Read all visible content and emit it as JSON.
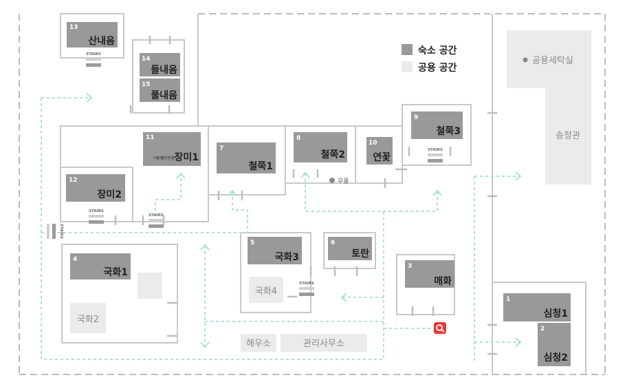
{
  "legend": {
    "private_label": "숙소 공간",
    "public_label": "공용 공간",
    "private_color": "#999999",
    "public_color": "#ebebeb"
  },
  "rooms": [
    {
      "num": "13",
      "name": "산내음"
    },
    {
      "num": "14",
      "name": "들내음"
    },
    {
      "num": "15",
      "name": "풀내음"
    },
    {
      "num": "11",
      "name": "장미1",
      "note": "*장애인전용"
    },
    {
      "num": "12",
      "name": "장미2"
    },
    {
      "num": "7",
      "name": "철쭉1"
    },
    {
      "num": "8",
      "name": "철쭉2"
    },
    {
      "num": "10",
      "name": "연꽃"
    },
    {
      "num": "9",
      "name": "철쭉3"
    },
    {
      "num": "4",
      "name": "국화1"
    },
    {
      "num": "5",
      "name": "국화3"
    },
    {
      "num": "6",
      "name": "토란"
    },
    {
      "num": "3",
      "name": "매화"
    },
    {
      "num": "1",
      "name": "심청1"
    },
    {
      "num": "2",
      "name": "심청2"
    }
  ],
  "public_spaces": {
    "laundry": "공용세탁실",
    "songjeong": "송정관",
    "gukhwa2": "국화2",
    "gukhwa4": "국화4",
    "haeuso": "해우소",
    "office": "관리사무소",
    "well": "우물"
  },
  "stairs_label": "STAIRS",
  "colors": {
    "path": "#a9e3d8",
    "wall": "#c8c8c8",
    "marker": "#e53935"
  }
}
